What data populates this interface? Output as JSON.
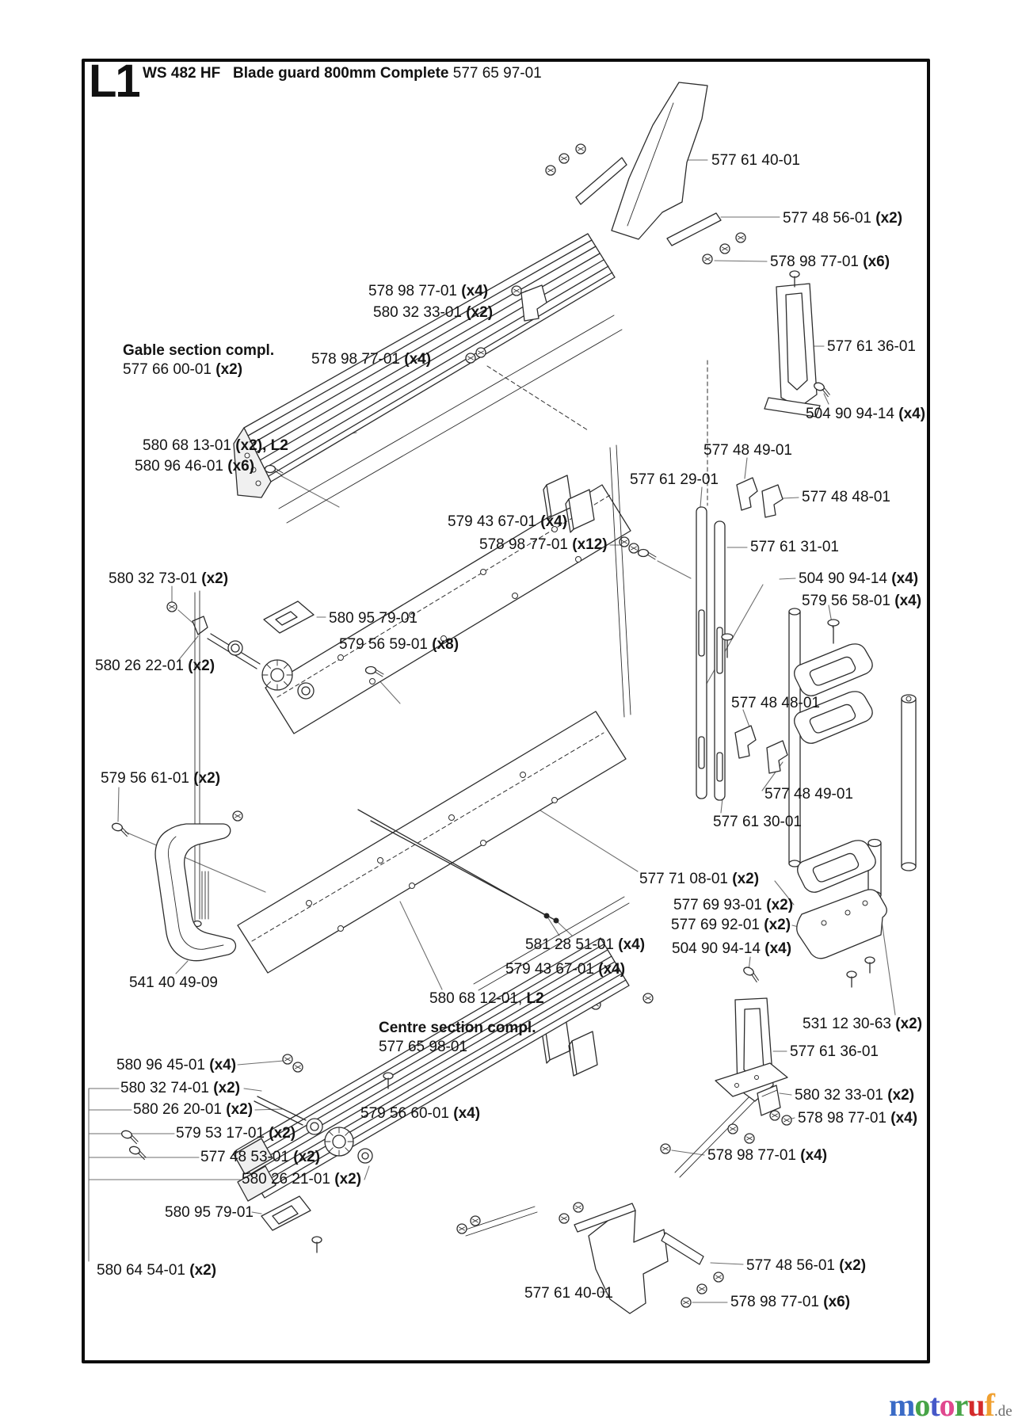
{
  "header": {
    "sheet_code": "L1",
    "model": "WS 482 HF",
    "title": "Blade guard 800mm Complete",
    "assembly_part_no": "577 65 97-01"
  },
  "sections": {
    "gable": {
      "name": "Gable section compl.",
      "part_no": "577 66 00-01",
      "qty": "(x2)"
    },
    "centre": {
      "name": "Centre section compl.",
      "part_no": "577 65 98-01",
      "qty": ""
    }
  },
  "labels": [
    {
      "text": "577 61 40-01",
      "qty": ""
    },
    {
      "text": "577 48 56-01",
      "qty": "(x2)"
    },
    {
      "text": "578 98 77-01",
      "qty": "(x6)"
    },
    {
      "text": "578 98 77-01",
      "qty": "(x4)"
    },
    {
      "text": "580 32 33-01",
      "qty": "(x2)"
    },
    {
      "text": "578 98 77-01",
      "qty": "(x4)"
    },
    {
      "text": "577 61 36-01",
      "qty": ""
    },
    {
      "text": "504 90 94-14",
      "qty": "(x4)"
    },
    {
      "text": "580 68 13-01",
      "qty": "(x2), L2"
    },
    {
      "text": "580 96 46-01",
      "qty": "(x6)"
    },
    {
      "text": "577 48 49-01",
      "qty": ""
    },
    {
      "text": "577 61 29-01",
      "qty": ""
    },
    {
      "text": "577 48 48-01",
      "qty": ""
    },
    {
      "text": "579 43 67-01",
      "qty": "(x4)"
    },
    {
      "text": "578 98 77-01",
      "qty": "(x12)"
    },
    {
      "text": "577 61 31-01",
      "qty": ""
    },
    {
      "text": "504 90 94-14",
      "qty": "(x4)"
    },
    {
      "text": "579 56 58-01",
      "qty": "(x4)"
    },
    {
      "text": "580 32 73-01",
      "qty": "(x2)"
    },
    {
      "text": "580 95 79-01",
      "qty": ""
    },
    {
      "text": "579 56 59-01",
      "qty": "(x8)"
    },
    {
      "text": "580 26 22-01",
      "qty": "(x2)"
    },
    {
      "text": "577 48 48-01",
      "qty": ""
    },
    {
      "text": "579 56 61-01",
      "qty": "(x2)"
    },
    {
      "text": "577 48 49-01",
      "qty": ""
    },
    {
      "text": "577 61 30-01",
      "qty": ""
    },
    {
      "text": "577 71 08-01",
      "qty": "(x2)"
    },
    {
      "text": "577 69 93-01",
      "qty": "(x2)"
    },
    {
      "text": "577 69 92-01",
      "qty": "(x2)"
    },
    {
      "text": "504 90 94-14",
      "qty": "(x4)"
    },
    {
      "text": "581 28 51-01",
      "qty": "(x4)"
    },
    {
      "text": "579 43 67-01",
      "qty": "(x4)"
    },
    {
      "text": "580 68 12-01,",
      "qty": "L2"
    },
    {
      "text": "541 40 49-09",
      "qty": ""
    },
    {
      "text": "580 96 45-01",
      "qty": "(x4)"
    },
    {
      "text": "580 32 74-01",
      "qty": "(x2)"
    },
    {
      "text": "580 26 20-01",
      "qty": "(x2)"
    },
    {
      "text": "579 53 17-01",
      "qty": "(x2)"
    },
    {
      "text": "577 48 53-01",
      "qty": "(x2)"
    },
    {
      "text": "580 26 21-01",
      "qty": "(x2)"
    },
    {
      "text": "580 95 79-01",
      "qty": ""
    },
    {
      "text": "579 56 60-01",
      "qty": "(x4)"
    },
    {
      "text": "580 64 54-01",
      "qty": "(x2)"
    },
    {
      "text": "531 12 30-63",
      "qty": "(x2)"
    },
    {
      "text": "577 61 36-01",
      "qty": ""
    },
    {
      "text": "580 32 33-01",
      "qty": "(x2)"
    },
    {
      "text": "578 98 77-01",
      "qty": "(x4)"
    },
    {
      "text": "578 98 77-01",
      "qty": "(x4)"
    },
    {
      "text": "577 48 56-01",
      "qty": "(x2)"
    },
    {
      "text": "577 61 40-01",
      "qty": ""
    },
    {
      "text": "578 98 77-01",
      "qty": "(x6)"
    }
  ],
  "watermark": {
    "brand": "motoruf",
    "suffix": ".de",
    "letters": [
      {
        "ch": "m",
        "color": "#3a6bc6"
      },
      {
        "ch": "o",
        "color": "#47a447"
      },
      {
        "ch": "t",
        "color": "#4658c8"
      },
      {
        "ch": "o",
        "color": "#e0488e"
      },
      {
        "ch": "r",
        "color": "#47a447"
      },
      {
        "ch": "u",
        "color": "#d42b2b"
      },
      {
        "ch": "f",
        "color": "#f0a030"
      }
    ]
  }
}
